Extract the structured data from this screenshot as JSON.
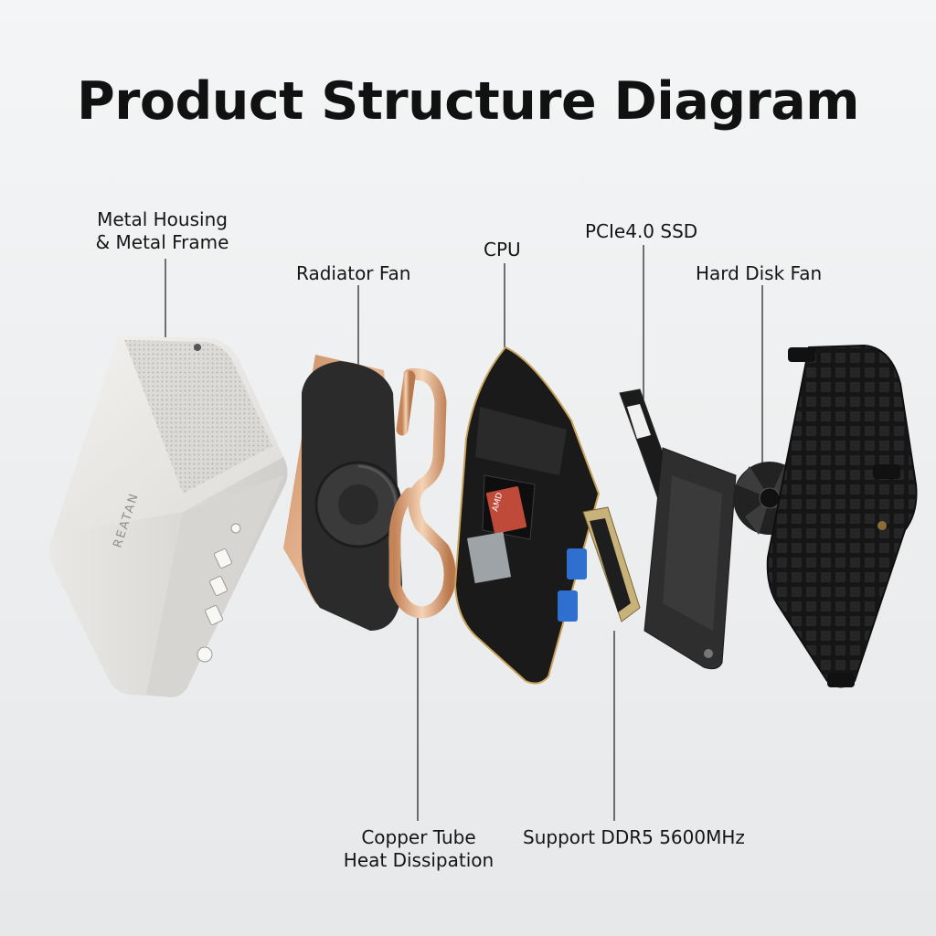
{
  "title": "Product Structure Diagram",
  "labels": {
    "housing_line1": "Metal Housing",
    "housing_line2": "& Metal Frame",
    "radiator_fan": "Radiator Fan",
    "cpu": "CPU",
    "ssd": "PCIe4.0 SSD",
    "hard_disk_fan": "Hard Disk Fan",
    "copper_line1": "Copper Tube",
    "copper_line2": "Heat Dissipation",
    "ddr5": "Support DDR5 5600MHz"
  },
  "brand": "REATAN",
  "ports": [
    "USB",
    "USB",
    "USB"
  ],
  "cpu_badge": "AMD",
  "colors": {
    "housing": "#e3e2df",
    "copper": "#d9a079",
    "board": "#1c1c1c",
    "usb_blue": "#2f6fd0",
    "ram_gold": "#c9b27a"
  }
}
